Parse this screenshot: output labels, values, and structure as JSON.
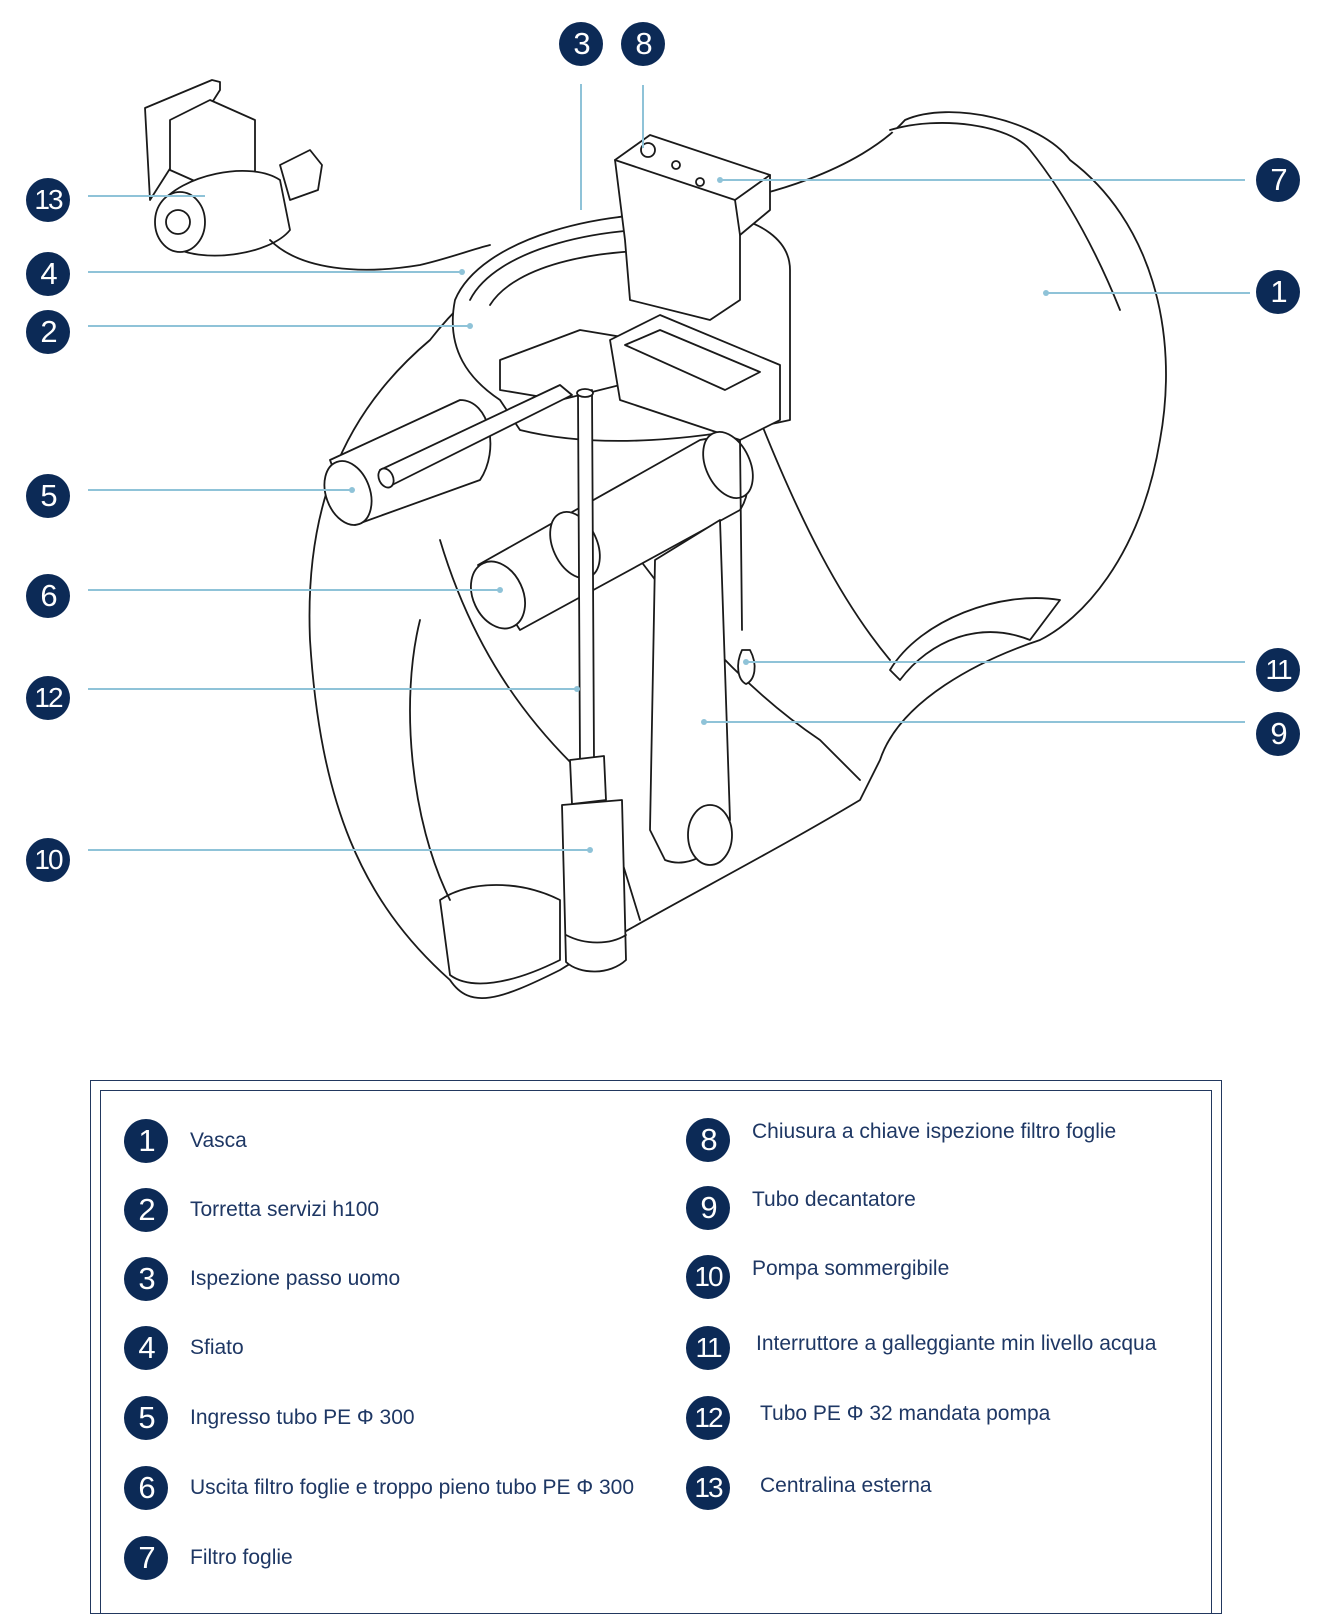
{
  "callouts": [
    {
      "num": "1"
    },
    {
      "num": "2"
    },
    {
      "num": "3"
    },
    {
      "num": "4"
    },
    {
      "num": "5"
    },
    {
      "num": "6"
    },
    {
      "num": "7"
    },
    {
      "num": "8"
    },
    {
      "num": "9"
    },
    {
      "num": "10"
    },
    {
      "num": "11"
    },
    {
      "num": "12"
    },
    {
      "num": "13"
    }
  ],
  "legend": {
    "items": [
      {
        "num": "1",
        "label": "Vasca"
      },
      {
        "num": "2",
        "label": "Torretta servizi h100"
      },
      {
        "num": "3",
        "label": "Ispezione passo uomo"
      },
      {
        "num": "4",
        "label": "Sfiato"
      },
      {
        "num": "5",
        "label": "Ingresso tubo PE Φ 300"
      },
      {
        "num": "6",
        "label": "Uscita filtro foglie e troppo pieno tubo PE Φ 300"
      },
      {
        "num": "7",
        "label": "Filtro foglie"
      },
      {
        "num": "8",
        "label": "Chiusura a chiave ispezione filtro foglie"
      },
      {
        "num": "9",
        "label": "Tubo decantatore"
      },
      {
        "num": "10",
        "label": "Pompa sommergibile"
      },
      {
        "num": "11",
        "label": "Interruttore a galleggiante min livello acqua"
      },
      {
        "num": "12",
        "label": "Tubo PE Φ 32 mandata pompa"
      },
      {
        "num": "13",
        "label": "Centralina esterna"
      }
    ]
  },
  "colors": {
    "badge": "#0c2a56",
    "leader": "#8fc3d8",
    "text": "#1e3764",
    "border": "#22385f",
    "stroke": "#1a1a1a"
  }
}
